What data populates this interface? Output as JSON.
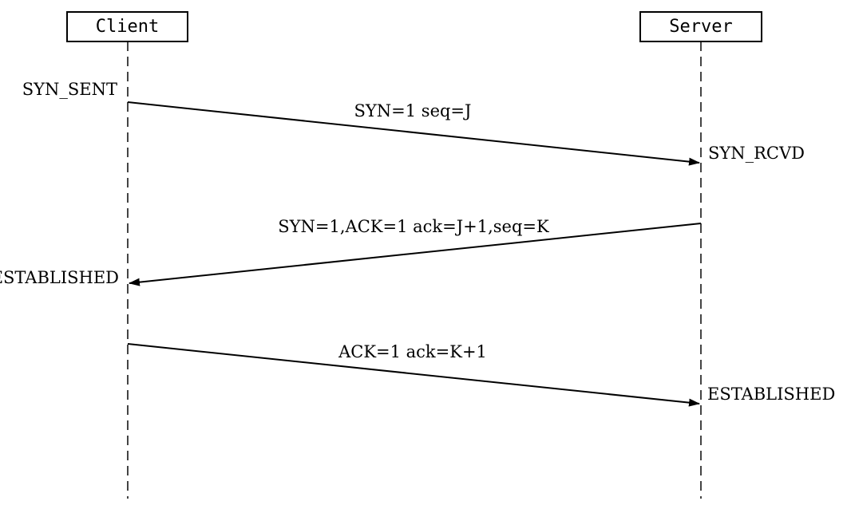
{
  "actors": {
    "client": "Client",
    "server": "Server"
  },
  "messages": [
    {
      "from": "client",
      "to": "server",
      "label": "SYN=1 seq=J"
    },
    {
      "from": "server",
      "to": "client",
      "label": "SYN=1,ACK=1 ack=J+1,seq=K"
    },
    {
      "from": "client",
      "to": "server",
      "label": "ACK=1 ack=K+1"
    }
  ],
  "states": {
    "client_syn_sent": "SYN_SENT",
    "server_syn_rcvd": "SYN_RCVD",
    "client_established": "ESTABLISHED",
    "server_established": "ESTABLISHED"
  }
}
